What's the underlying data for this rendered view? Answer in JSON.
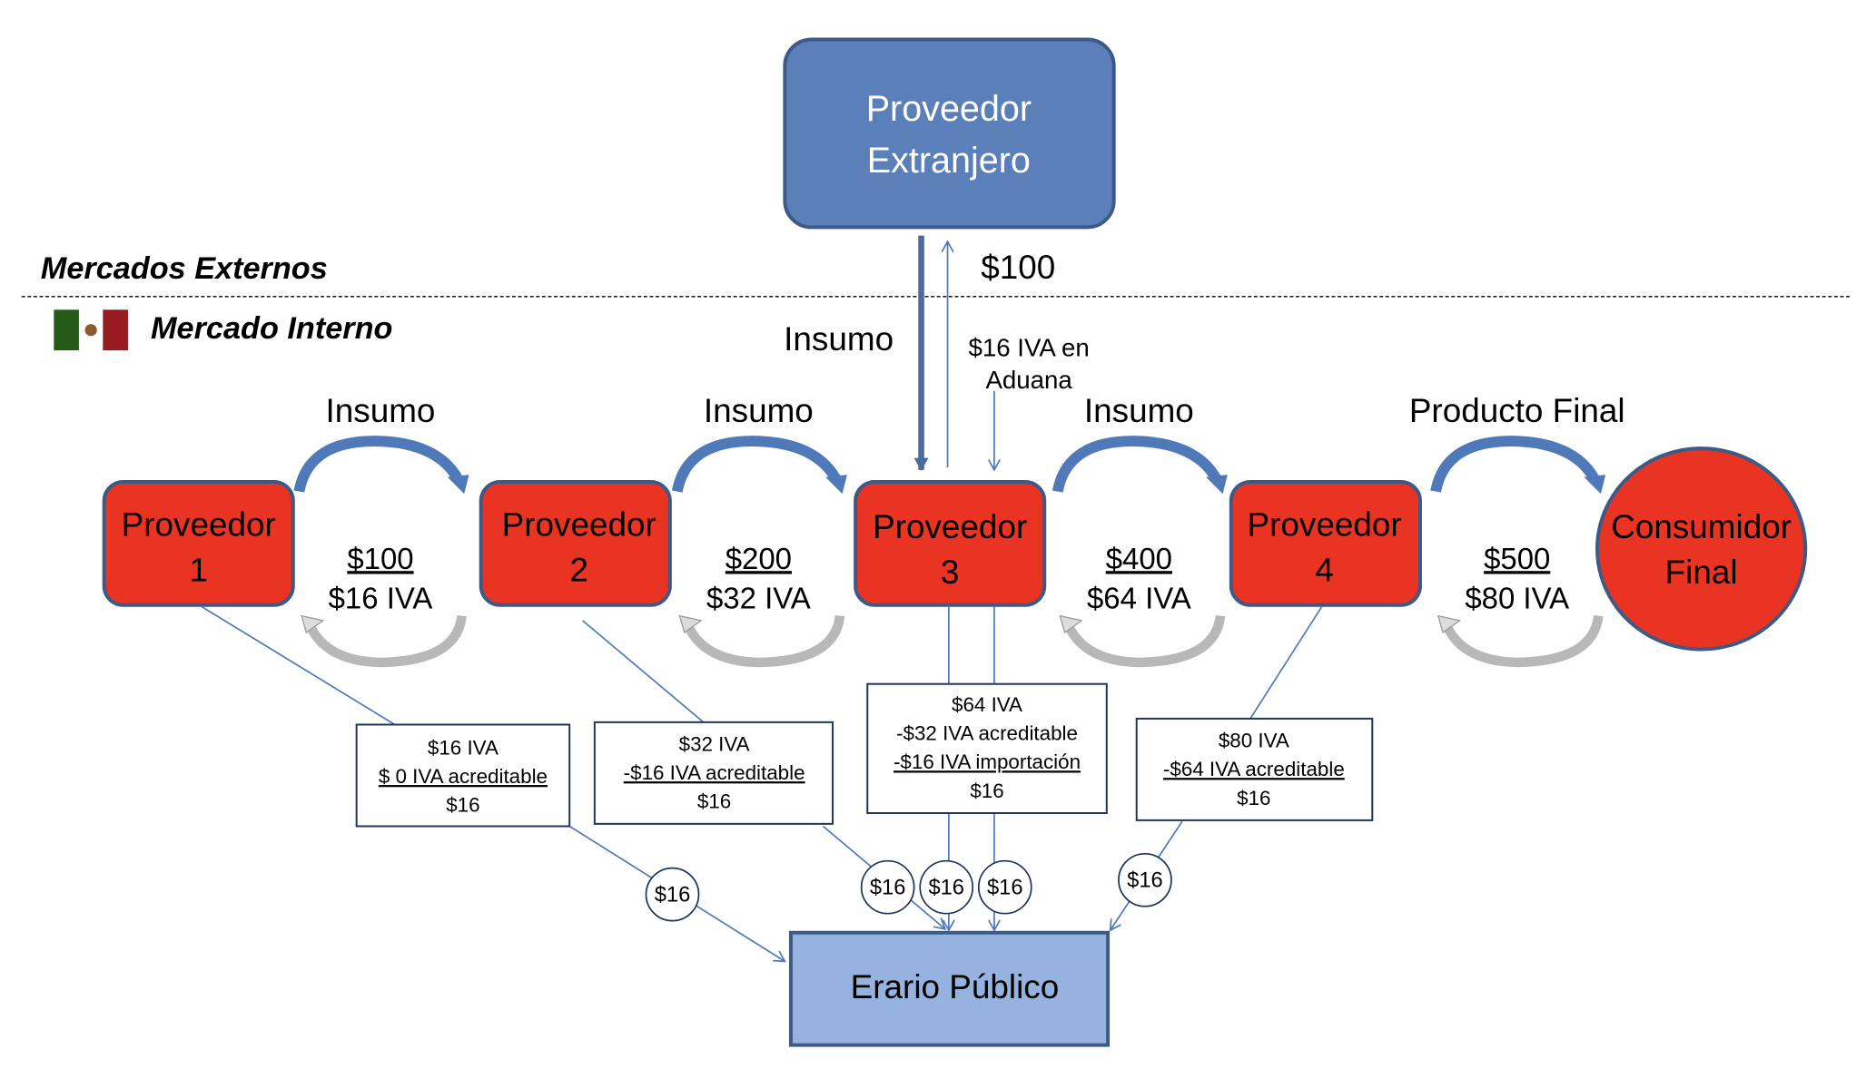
{
  "regions": {
    "external": "Mercados Externos",
    "internal": "Mercado Interno"
  },
  "foreign_supplier": {
    "line1": "Proveedor",
    "line2": "Extranjero"
  },
  "import": {
    "input_label": "Insumo",
    "amount": "$100",
    "customs_line1": "$16 IVA en",
    "customs_line2": "Aduana"
  },
  "suppliers": [
    {
      "line1": "Proveedor",
      "line2": "1"
    },
    {
      "line1": "Proveedor",
      "line2": "2"
    },
    {
      "line1": "Proveedor",
      "line2": "3"
    },
    {
      "line1": "Proveedor",
      "line2": "4"
    }
  ],
  "consumer": {
    "line1": "Consumidor",
    "line2": "Final"
  },
  "transactions": [
    {
      "label": "Insumo",
      "price": "$100",
      "iva": "$16 IVA"
    },
    {
      "label": "Insumo",
      "price": "$200",
      "iva": "$32 IVA"
    },
    {
      "label": "Insumo",
      "price": "$400",
      "iva": "$64 IVA"
    },
    {
      "label": "Producto Final",
      "price": "$500",
      "iva": "$80 IVA"
    }
  ],
  "calc_boxes": [
    {
      "lines": [
        "$16 IVA",
        "$ 0 IVA acreditable",
        "$16"
      ]
    },
    {
      "lines": [
        "$32 IVA",
        "-$16 IVA acreditable",
        "$16"
      ]
    },
    {
      "lines": [
        "$64 IVA",
        "-$32 IVA acreditable",
        "-$16 IVA importación",
        "$16"
      ]
    },
    {
      "lines": [
        "$80 IVA",
        "-$64 IVA acreditable",
        "$16"
      ]
    }
  ],
  "payments": [
    "$16",
    "$16",
    "$16",
    "$16",
    "$16"
  ],
  "treasury": "Erario Público",
  "colors": {
    "foreign_fill": "#5b80b9",
    "supplier_fill": "#e93323",
    "border": "#3d5a86",
    "treasury_fill": "#95b3de",
    "arrow_blue": "#4f79b8",
    "arrow_gray": "#b8b8b8",
    "flag_green": "#255a1a",
    "flag_red": "#981c1f"
  }
}
